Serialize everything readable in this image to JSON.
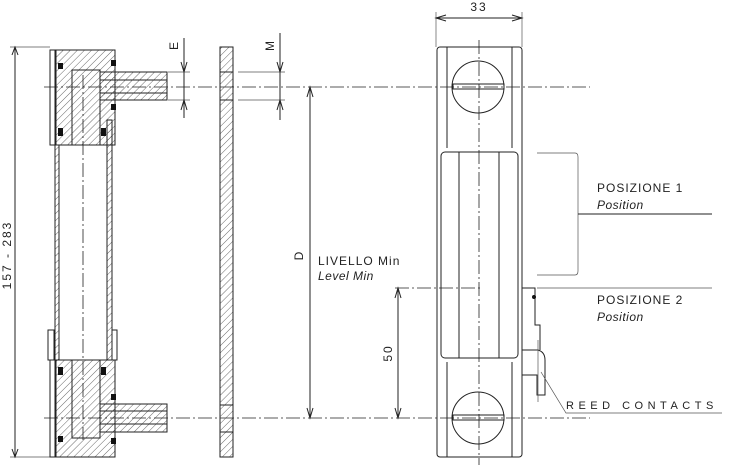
{
  "dimensions": {
    "overall_length": "157 - 283",
    "connection_e": "E",
    "connection_m": "M",
    "center_distance": "D",
    "width": "33",
    "switch_offset": "50"
  },
  "labels": {
    "level_min_it": "LIVELLO Min",
    "level_min_en": "Level Min",
    "position1_it": "POSIZIONE 1",
    "position1_en": "Position",
    "position2_it": "POSIZIONE 2",
    "position2_en": "Position",
    "reed_contacts": "REED CONTACTS"
  }
}
